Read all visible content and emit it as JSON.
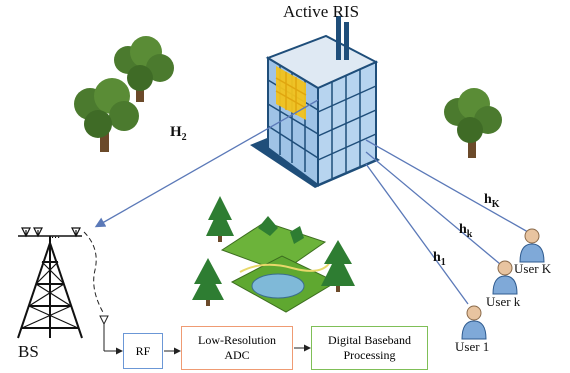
{
  "title": "Active RIS",
  "bs_label": "BS",
  "antenna_dots": "...",
  "channels": {
    "H2": {
      "main": "H",
      "sub": "2"
    },
    "hK": {
      "main": "h",
      "sub": "K"
    },
    "hk": {
      "main": "h",
      "sub": "k"
    },
    "h1": {
      "main": "h",
      "sub": "1"
    }
  },
  "users": [
    "User K",
    "User k",
    "User 1"
  ],
  "pipeline": {
    "rf": "RF",
    "adc_line1": "Low-Resolution",
    "adc_line2": "ADC",
    "dbp_line1": "Digital Baseband",
    "dbp_line2": "Processing"
  },
  "colors": {
    "link_line": "#5b79b8",
    "rf_border": "#6b97d6",
    "adc_border": "#ef9b73",
    "dbp_border": "#7fbf57",
    "building_glass": "#9fc3e6",
    "building_panel": "#f2c21b",
    "tree": "#4b7a2e",
    "grass": "#5fa830"
  }
}
